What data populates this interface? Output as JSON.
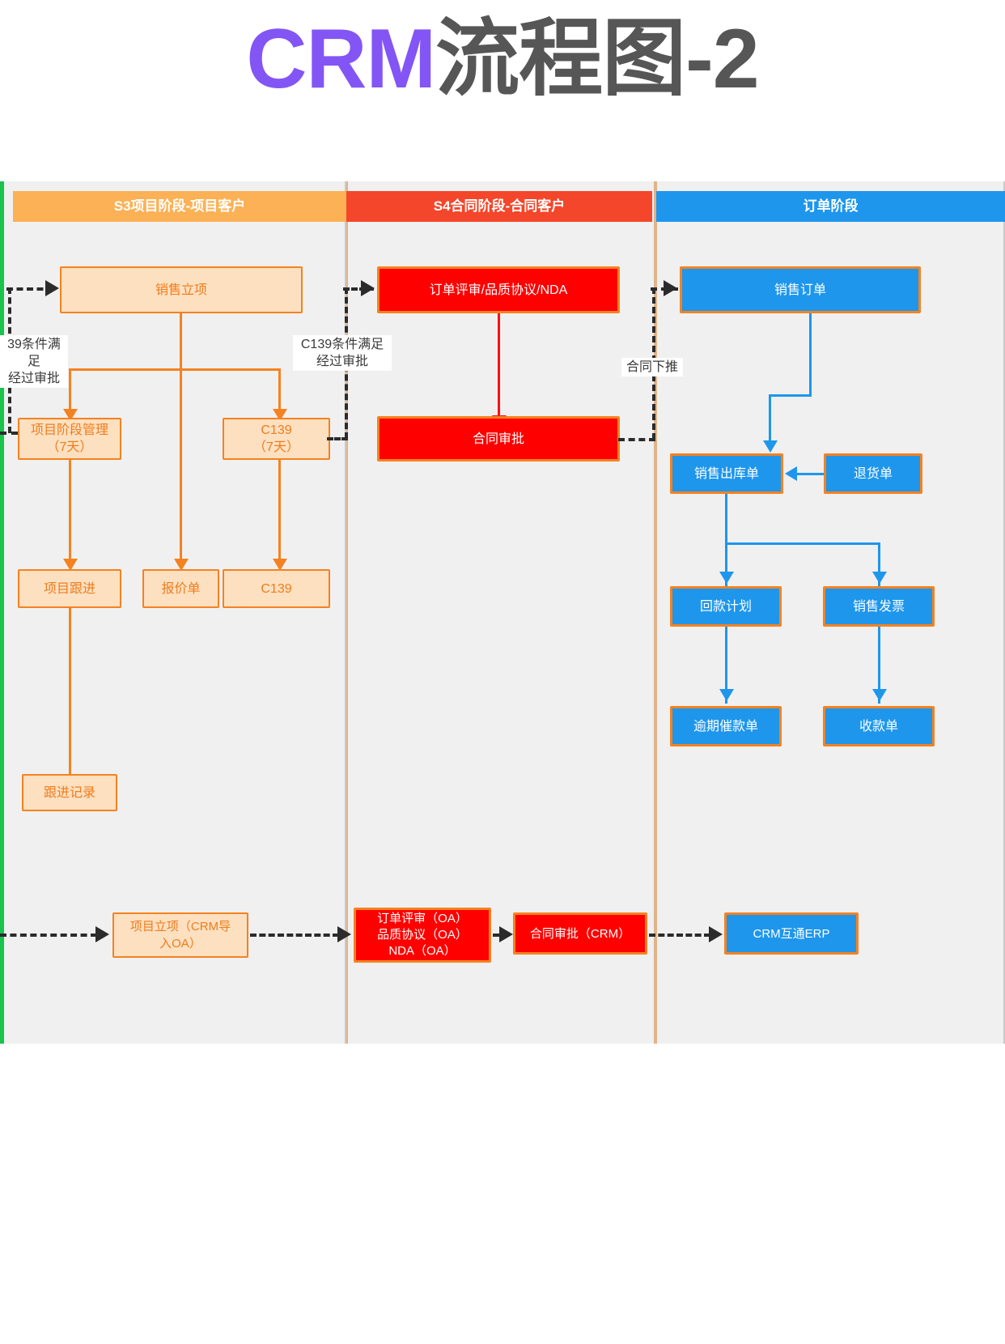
{
  "title": {
    "brand": "CRM",
    "rest": "流程图-2"
  },
  "lanes": [
    {
      "id": "s3",
      "label": "S3项目阶段-项目客户",
      "color": "#fcb156"
    },
    {
      "id": "s4",
      "label": "S4合同阶段-合同客户",
      "color": "#f4462a"
    },
    {
      "id": "order",
      "label": "订单阶段",
      "color": "#1e96ec"
    }
  ],
  "nodes": {
    "sales_project": "销售立项",
    "project_stage_mgmt": "项目阶段管理\n（7天）",
    "c139_7d": "C139\n（7天）",
    "project_follow": "项目跟进",
    "quotation": "报价单",
    "c139": "C139",
    "follow_record": "跟进记录",
    "project_initiation_oa": "项目立项（CRM导\n入OA）",
    "order_review_nda": "订单评审/品质协议/NDA",
    "contract_approval": "合同审批",
    "order_review_oa_group": "订单评审（OA）\n品质协议（OA）\nNDA（OA）",
    "contract_approval_crm": "合同审批（CRM）",
    "sales_order": "销售订单",
    "sales_outbound": "销售出库单",
    "return_order": "退货单",
    "payment_plan": "回款计划",
    "sales_invoice": "销售发票",
    "overdue_dunning": "逾期催款单",
    "receipt_order": "收款单",
    "crm_erp": "CRM互通ERP"
  },
  "edge_labels": {
    "c139_condition_left": "39条件满足\n经过审批",
    "c139_condition_mid": "C139条件满足\n经过审批",
    "contract_push": "合同下推"
  }
}
